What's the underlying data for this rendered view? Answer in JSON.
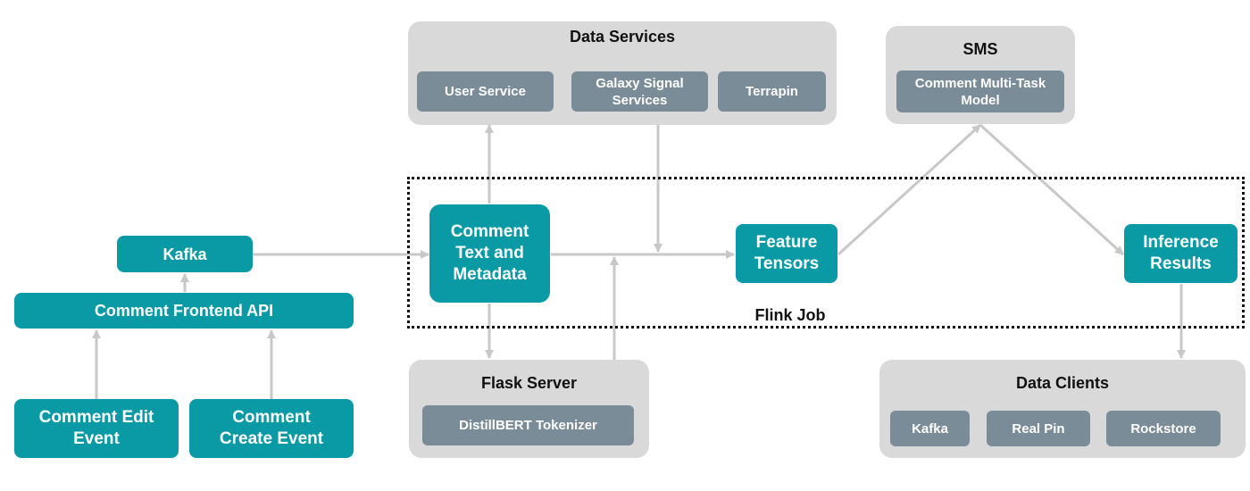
{
  "data_services": {
    "title": "Data Services",
    "items": [
      "User Service",
      "Galaxy Signal Services",
      "Terrapin"
    ]
  },
  "sms": {
    "title": "SMS",
    "items": [
      "Comment Multi-Task Model"
    ]
  },
  "flask_server": {
    "title": "Flask Server",
    "items": [
      "DistillBERT Tokenizer"
    ]
  },
  "data_clients": {
    "title": "Data Clients",
    "items": [
      "Kafka",
      "Real Pin",
      "Rockstore"
    ]
  },
  "nodes": {
    "kafka": "Kafka",
    "frontend_api": "Comment Frontend API",
    "edit_event": "Comment Edit Event",
    "create_event": "Comment Create Event",
    "comment_text": "Comment Text and Metadata",
    "feature_tensors": "Feature Tensors",
    "inference_results": "Inference Results"
  },
  "flink_job": {
    "label": "Flink Job"
  },
  "colors": {
    "node": "#0a9aa6",
    "service": "#7a8c97",
    "group": "#d9d9d9",
    "arrow": "#c8c8c8"
  }
}
